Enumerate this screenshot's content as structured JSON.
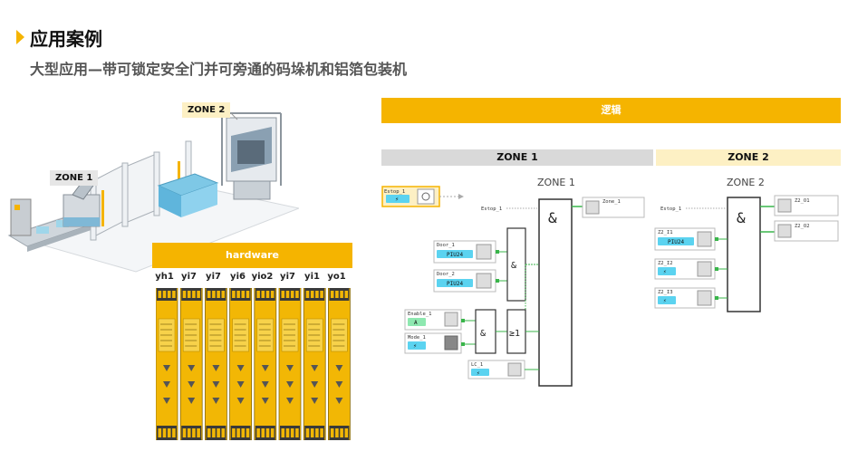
{
  "page": {
    "title": "应用案例",
    "subtitle": "大型应用—带可锁定安全门并可旁通的码垛机和铝箔包装机"
  },
  "illustration": {
    "zone1_label": "ZONE 1",
    "zone2_label": "ZONE 2"
  },
  "hardware": {
    "header": "hardware",
    "module_labels": [
      "yh1",
      "yi7",
      "yi7",
      "yi6",
      "yio2",
      "yi7",
      "yi1",
      "yo1"
    ]
  },
  "logic": {
    "header": "逻辑",
    "zone1_bar": "ZONE 1",
    "zone2_bar": "ZONE 2",
    "zone1_caption": "ZONE 1",
    "zone2_caption": "ZONE 2",
    "estop_input": "Estop_1",
    "estop_ref_z1": "Estop_1",
    "estop_ref_z2": "Estop_1",
    "zone1_output": "Zone_1",
    "door1": "Door_1",
    "door2": "Door_2",
    "door_badge": "PIU24",
    "enable": "Enable_1",
    "enable_badge": "A",
    "mode": "Mode_1",
    "lc": "LC_1",
    "and_symbol": "&",
    "or_symbol": "≥1",
    "z2_in1": "Z2_I1",
    "z2_in1_badge": "PIU24",
    "z2_in2": "Z2_I2",
    "z2_in3": "Z2_I3",
    "z2_out1": "Z2_O1",
    "z2_out2": "Z2_O2"
  },
  "colors": {
    "accent": "#f5b400",
    "zone1_bg": "#d9d9d9",
    "zone2_bg": "#fdf0c4",
    "module_yellow": "#f2b705",
    "badge_cyan": "#5bd3f0",
    "badge_green": "#8ee8b0",
    "connector_green": "#39b54a"
  }
}
